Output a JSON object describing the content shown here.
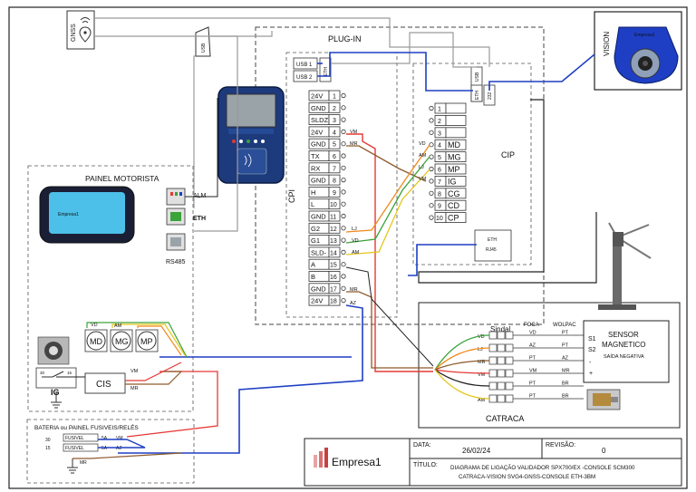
{
  "labels": {
    "gnss": "GNSS",
    "plug_in": "PLUG-IN",
    "vision": "VISION",
    "cpi": "CPI",
    "cip": "CIP",
    "painel_motorista": "PAINEL MOTORISTA",
    "alm": "ALM",
    "eth": "ETH",
    "rs485": "RS485",
    "ig": "IG",
    "cis": "CIS",
    "bateria": "BATERIA ou PAINEL FUSIVEIS/RELÉS",
    "fusivel": "FUSIVEL",
    "fuse_a": "5A",
    "v30": "30",
    "v15": "15",
    "catraca": "CATRACA",
    "sindal": "Sindal",
    "foca": "FOCA",
    "wolpac": "WOLPAC",
    "sensor": "SENSOR",
    "magnetico": "MAGNETICO",
    "saida": "SAÍDA NEGATIVA",
    "s1": "S1",
    "s2": "S2",
    "minus": "-",
    "plus": "+",
    "usb1": "USB 1",
    "usb2": "USB 2",
    "eth_short": "ETH",
    "usb": "USB",
    "rs232": "232",
    "eth_rj45_title": "ETH",
    "eth_rj45": "RJ45",
    "usb_cable": "USB",
    "vision_brand": "Empresa1",
    "md": "MD",
    "mg": "MG",
    "mp": "MP"
  },
  "cpi_terminals": [
    {
      "label": "24V",
      "num": "1"
    },
    {
      "label": "GND",
      "num": "2"
    },
    {
      "label": "SLDZ",
      "num": "3"
    },
    {
      "label": "24V",
      "num": "4"
    },
    {
      "label": "GND",
      "num": "5"
    },
    {
      "label": "TX",
      "num": "6"
    },
    {
      "label": "RX",
      "num": "7"
    },
    {
      "label": "GND",
      "num": "8"
    },
    {
      "label": "H",
      "num": "9"
    },
    {
      "label": "L",
      "num": "10"
    },
    {
      "label": "GND",
      "num": "11"
    },
    {
      "label": "G2",
      "num": "12"
    },
    {
      "label": "G1",
      "num": "13"
    },
    {
      "label": "SLD-",
      "num": "14"
    },
    {
      "label": "A",
      "num": "15"
    },
    {
      "label": "B",
      "num": "16"
    },
    {
      "label": "GND",
      "num": "17"
    },
    {
      "label": "24V",
      "num": "18"
    }
  ],
  "cip_terminals": [
    {
      "num": "1",
      "label": ""
    },
    {
      "num": "2",
      "label": ""
    },
    {
      "num": "3",
      "label": ""
    },
    {
      "num": "4",
      "label": "MD"
    },
    {
      "num": "5",
      "label": "MG"
    },
    {
      "num": "6",
      "label": "MP"
    },
    {
      "num": "7",
      "label": "IG"
    },
    {
      "num": "8",
      "label": "CG"
    },
    {
      "num": "9",
      "label": "CD"
    },
    {
      "num": "10",
      "label": "CP"
    }
  ],
  "wire_tags": {
    "vm": "VM",
    "mr": "MR",
    "lj": "LJ",
    "vd": "VD",
    "am": "AM",
    "az": "AZ",
    "pt": "PT",
    "br": "BR"
  },
  "catraca_rows": [
    {
      "left": "VD",
      "foca": "VD",
      "wolpac": "PT"
    },
    {
      "left": "LJ",
      "foca": "AZ",
      "wolpac": "PT"
    },
    {
      "left": "MR",
      "foca": "PT",
      "wolpac": "AZ"
    },
    {
      "left": "VM",
      "foca": "VM",
      "wolpac": "MR"
    },
    {
      "left": "",
      "foca": "PT",
      "wolpac": "BR"
    },
    {
      "left": "AM",
      "foca": "PT",
      "wolpac": "BR"
    }
  ],
  "title_block": {
    "data_label": "DATA:",
    "data_value": "26/02/24",
    "revisao_label": "REVISÃO:",
    "revisao_value": "0",
    "titulo_label": "TÍTULO:",
    "titulo_line1": "DIAGRAMA DE LIGAÇÃO VALIDADOR SPX700/EX -CONSOLE SCM300",
    "titulo_line2": "CATRACA-VISION SVG4-GNSS-CONSOLE ETH-3BM",
    "company": "Empresa1"
  },
  "colors": {
    "red": "#e53935",
    "brown": "#8d5a2b",
    "orange": "#f08a1c",
    "green": "#3aa33a",
    "yellow": "#e6c619",
    "blue": "#1e3fc4",
    "gray": "#9a9a9a",
    "dark": "#222222"
  }
}
